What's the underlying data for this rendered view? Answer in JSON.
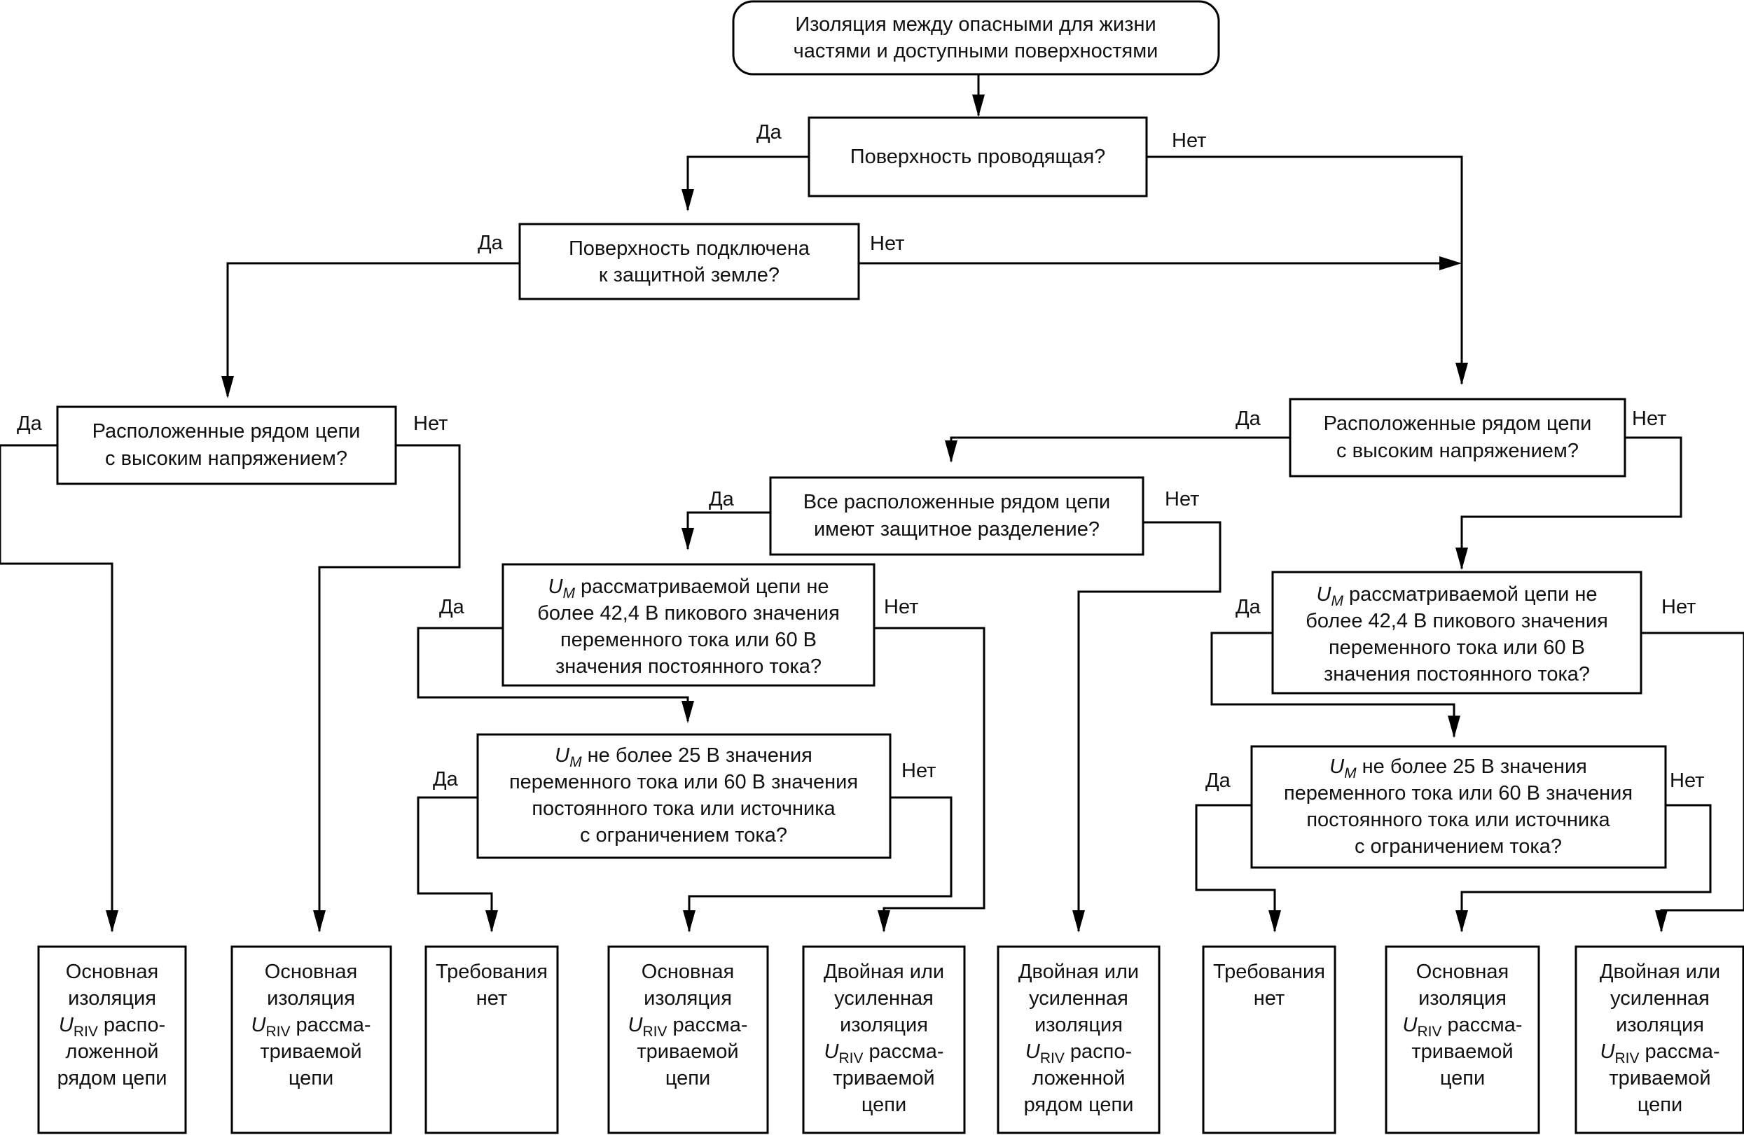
{
  "start": {
    "lines": [
      "Изоляция между опасными для жизни",
      "частями и доступными поверхностями"
    ]
  },
  "q_conductive": {
    "text": "Поверхность проводящая?"
  },
  "q_earthed": {
    "lines": [
      "Поверхность подключена",
      "к защитной земле?"
    ]
  },
  "q_hv_left": {
    "lines": [
      "Расположенные рядом цепи",
      "с высоким напряжением?"
    ]
  },
  "q_hv_right": {
    "lines": [
      "Расположенные рядом цепи",
      "с высоким напряжением?"
    ]
  },
  "q_separation": {
    "lines": [
      "Все расположенные рядом цепи",
      "имеют защитное разделение?"
    ]
  },
  "q_um42_a": {
    "um_prefix": "U",
    "um_sub": "M",
    "line1_rest": " рассматриваемой цепи не",
    "lines": [
      "более 42,4 В пикового значения",
      "переменного тока или 60 В",
      "значения постоянного тока?"
    ]
  },
  "q_um42_b": {
    "um_prefix": "U",
    "um_sub": "M",
    "line1_rest": " рассматриваемой цепи не",
    "lines": [
      "более 42,4 В пикового значения",
      "переменного тока или 60 В",
      "значения постоянного тока?"
    ]
  },
  "q_um25_a": {
    "um_prefix": "U",
    "um_sub": "M",
    "line1_rest": " не более 25 В значения",
    "lines": [
      "переменного тока или 60 В значения",
      "постоянного тока или источника",
      "с ограничением тока?"
    ]
  },
  "q_um25_b": {
    "um_prefix": "U",
    "um_sub": "M",
    "line1_rest": " не более 25 В значения",
    "lines": [
      "переменного тока или 60 В значения",
      "постоянного тока или источника",
      "с ограничением тока?"
    ]
  },
  "labels": {
    "yes": "Да",
    "no": "Нет"
  },
  "results": [
    {
      "pre": [
        "Основная",
        "изоляция"
      ],
      "uriv": "U",
      "uriv_sub": "RIV",
      "uriv_rest": " распо-",
      "post": [
        "ложенной",
        "рядом цепи"
      ]
    },
    {
      "pre": [
        "Основная",
        "изоляция"
      ],
      "uriv": "U",
      "uriv_sub": "RIV",
      "uriv_rest": " рассма-",
      "post": [
        "триваемой",
        "цепи"
      ]
    },
    {
      "pre": [
        "Требования",
        "нет"
      ],
      "uriv": "",
      "uriv_sub": "",
      "uriv_rest": "",
      "post": []
    },
    {
      "pre": [
        "Основная",
        "изоляция"
      ],
      "uriv": "U",
      "uriv_sub": "RIV",
      "uriv_rest": " рассма-",
      "post": [
        "триваемой",
        "цепи"
      ]
    },
    {
      "pre": [
        "Двойная или",
        "усиленная",
        "изоляция"
      ],
      "uriv": "U",
      "uriv_sub": "RIV",
      "uriv_rest": " рассма-",
      "post": [
        "триваемой",
        "цепи"
      ]
    },
    {
      "pre": [
        "Двойная или",
        "усиленная",
        "изоляция"
      ],
      "uriv": "U",
      "uriv_sub": "RIV",
      "uriv_rest": " распо-",
      "post": [
        "ложенной",
        "рядом цепи"
      ]
    },
    {
      "pre": [
        "Требования",
        "нет"
      ],
      "uriv": "",
      "uriv_sub": "",
      "uriv_rest": "",
      "post": []
    },
    {
      "pre": [
        "Основная",
        "изоляция"
      ],
      "uriv": "U",
      "uriv_sub": "RIV",
      "uriv_rest": " рассма-",
      "post": [
        "триваемой",
        "цепи"
      ]
    },
    {
      "pre": [
        "Двойная или",
        "усиленная",
        "изоляция"
      ],
      "uriv": "U",
      "uriv_sub": "RIV",
      "uriv_rest": " рассма-",
      "post": [
        "триваемой",
        "цепи"
      ]
    }
  ]
}
